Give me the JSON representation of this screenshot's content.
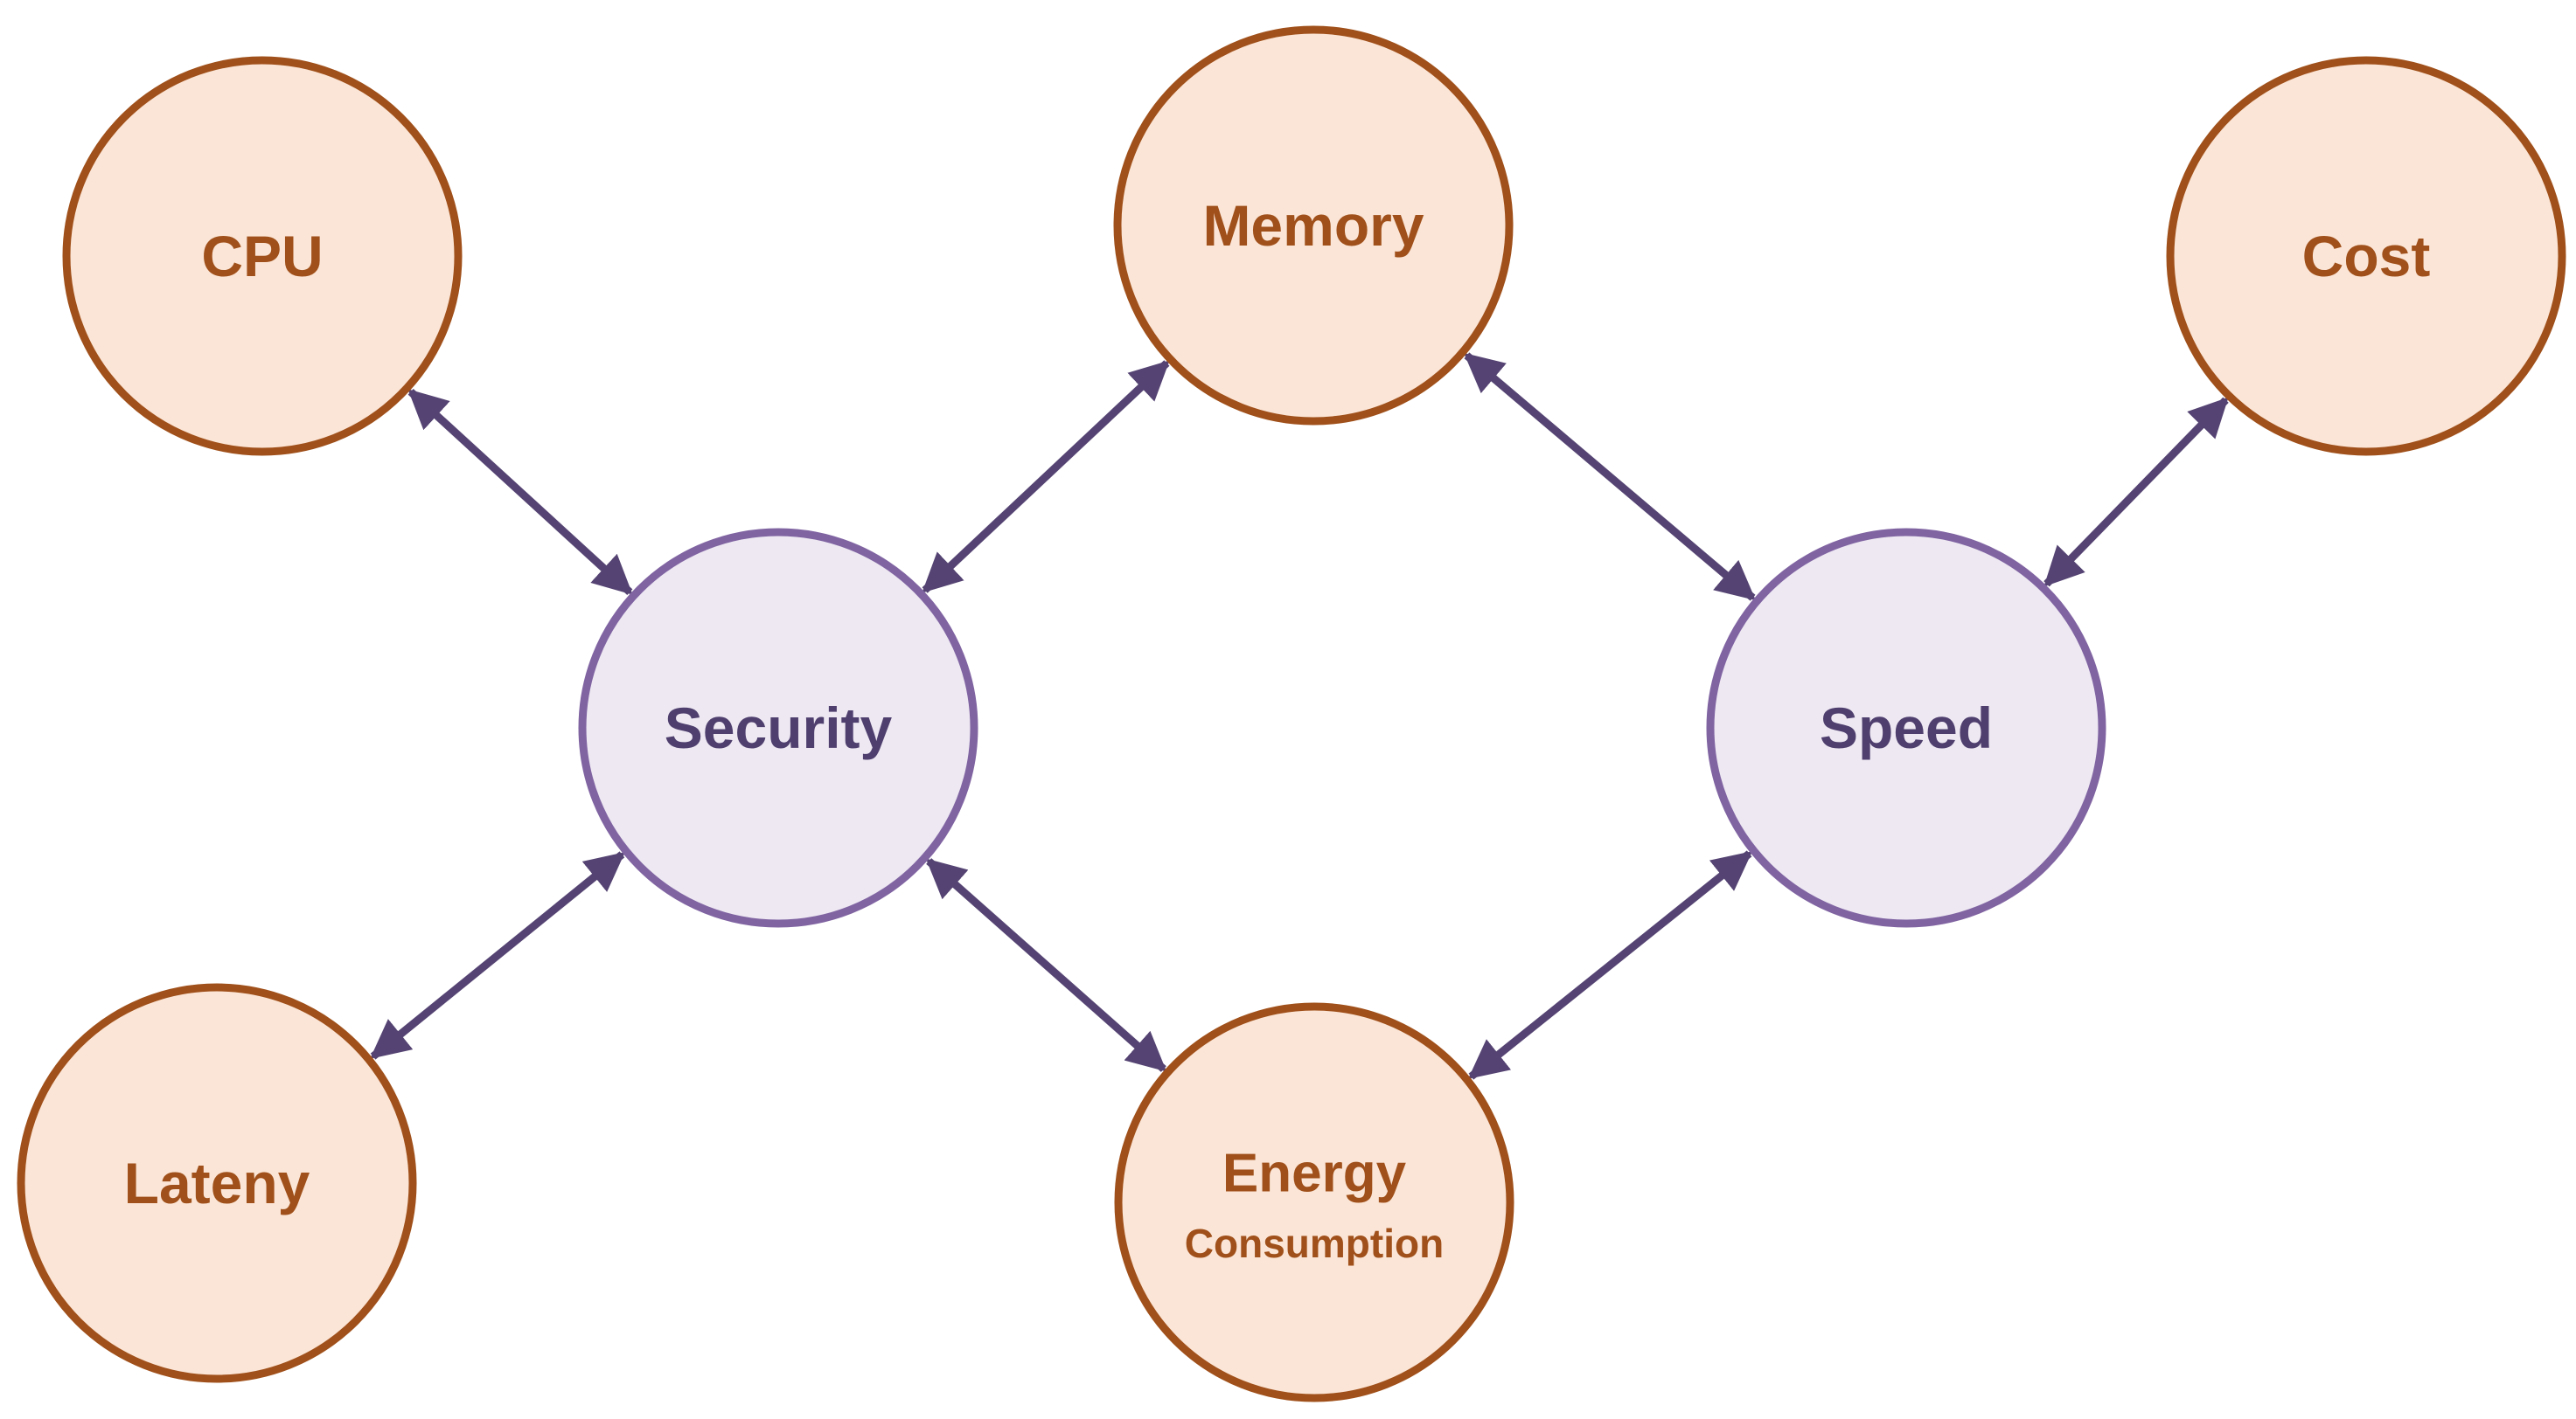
{
  "colors": {
    "outer_fill": "#FBE5D6",
    "outer_stroke": "#A0501A",
    "outer_text": "#A0501A",
    "inner_fill": "#EDE8F2",
    "inner_stroke": "#8064A2",
    "inner_text": "#4F3F6E",
    "arrow": "#554473"
  },
  "nodes": {
    "cpu": {
      "label": "CPU",
      "kind": "outer"
    },
    "memory": {
      "label": "Memory",
      "kind": "outer"
    },
    "cost": {
      "label": "Cost",
      "kind": "outer"
    },
    "security": {
      "label": "Security",
      "kind": "inner"
    },
    "speed": {
      "label": "Speed",
      "kind": "inner"
    },
    "lateny": {
      "label": "Lateny",
      "kind": "outer"
    },
    "energy": {
      "label": "Energy",
      "sublabel": "Consumption",
      "kind": "outer"
    }
  },
  "edges": [
    {
      "from": "cpu",
      "to": "security",
      "direction": "both"
    },
    {
      "from": "memory",
      "to": "security",
      "direction": "both"
    },
    {
      "from": "memory",
      "to": "speed",
      "direction": "both"
    },
    {
      "from": "cost",
      "to": "speed",
      "direction": "both"
    },
    {
      "from": "lateny",
      "to": "security",
      "direction": "both"
    },
    {
      "from": "energy",
      "to": "security",
      "direction": "both"
    },
    {
      "from": "energy",
      "to": "speed",
      "direction": "both"
    }
  ]
}
